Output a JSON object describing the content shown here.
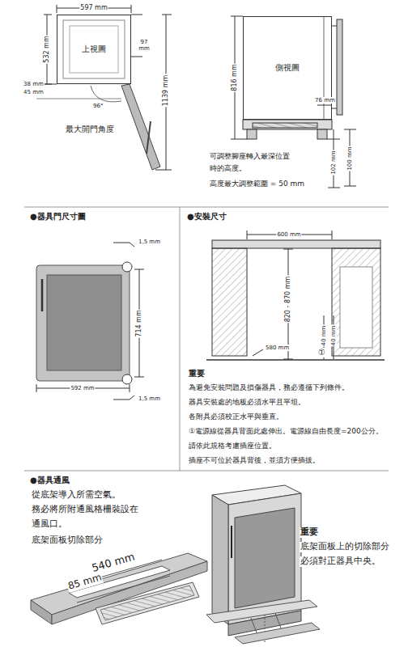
{
  "diagram": {
    "nodes": [
      {
        "text": [
          "上視圖"
        ]
      },
      {
        "text": [
          "側視圖"
        ]
      }
    ],
    "labels": [
      "597 mm",
      "97 mm",
      "532 mm",
      "38 mm",
      "45 mm",
      "96°",
      "1139 mm",
      "最大開門角度",
      "816 mm",
      "76 mm",
      "102 mm",
      "100 mm",
      "可調整腳座轉入最深位置",
      "時的高度。",
      "高度最大調整範圍 = 50 mm",
      "●器具門尺寸圖",
      "●安裝尺寸",
      "1,5 mm",
      "714 mm",
      "592 mm",
      "1,5 mm",
      "600 mm",
      "820 - 870 mm",
      "40 mm",
      "40 mm",
      "580 mm",
      "①",
      "重要",
      "為避免安裝問題及損傷器具，務必遵循下列條件。",
      "器具安裝處的地板必須水平且平坦。",
      "各附具必須校正水平與垂直。",
      "①電源線從器具背面此處伸出。電源線自由長度=200公分。",
      "請依此規格考慮插座位置。",
      "插座不可位於器具背後，並須方便插拔。",
      "●器具通風",
      "從底架導入所需空氣。",
      "務必將所附通風格柵裝設在",
      "通風口。",
      "底架面板切除部分",
      "540 mm",
      "85 mm",
      "重要",
      "底架面板上的切除部分",
      "必須對正器具中央。"
    ]
  }
}
